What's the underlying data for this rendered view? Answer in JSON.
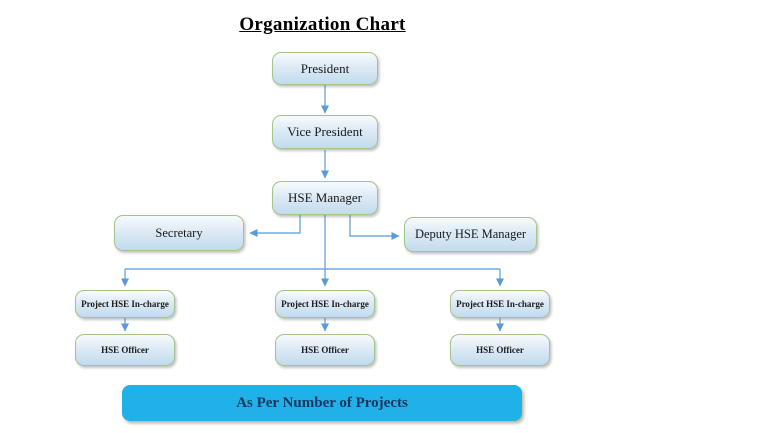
{
  "title": "Organization Chart",
  "nodes": {
    "president": "President",
    "vice_president": "Vice President",
    "hse_manager": "HSE Manager",
    "secretary": "Secretary",
    "deputy_hse_manager": "Deputy HSE Manager"
  },
  "columns": [
    {
      "incharge": "Project HSE In-charge",
      "officer": "HSE Officer"
    },
    {
      "incharge": "Project HSE In-charge",
      "officer": "HSE Officer"
    },
    {
      "incharge": "Project HSE In-charge",
      "officer": "HSE Officer"
    }
  ],
  "banner": "As Per Number of Projects",
  "colors": {
    "box_border": "#a3c48a",
    "box_fill_top": "#f8fbfd",
    "box_fill_bottom": "#c1dbee",
    "connector": "#5b9bd5",
    "banner_fill": "#1fb1e8",
    "banner_text": "#17355e",
    "title_text": "#000000"
  }
}
